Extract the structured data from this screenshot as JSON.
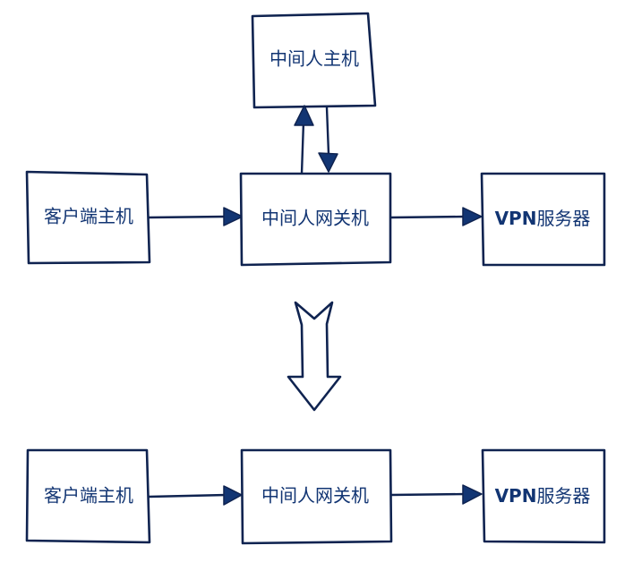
{
  "top_diagram": {
    "mitm_host": "中间人主机",
    "client_host": "客户端主机",
    "mitm_gateway": "中间人网关机",
    "vpn_server": {
      "prefix": "VPN",
      "suffix": "服务器"
    }
  },
  "bottom_diagram": {
    "client_host": "客户端主机",
    "mitm_gateway": "中间人网关机",
    "vpn_server": {
      "prefix": "VPN",
      "suffix": "服务器"
    }
  },
  "colors": {
    "stroke": "#0f2350",
    "text": "#123573",
    "arrow_fill": "#123573",
    "background": "#ffffff"
  }
}
